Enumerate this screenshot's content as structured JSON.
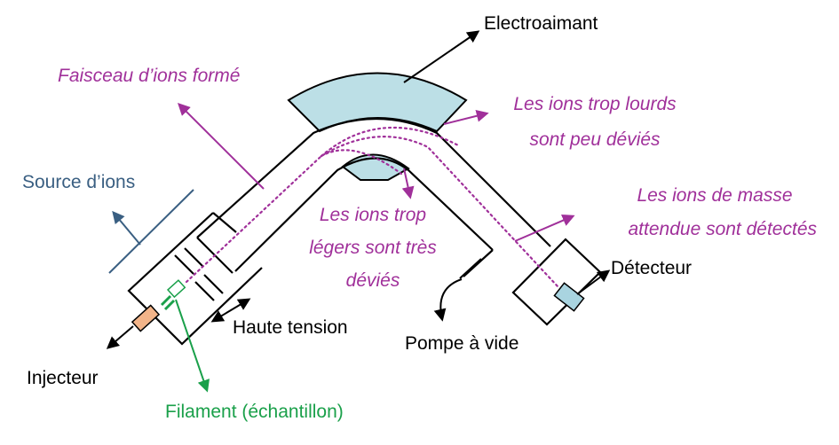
{
  "labels": {
    "electroaimant": "Electroaimant",
    "faisceau": "Faisceau d’ions formé",
    "lourds_1": "Les ions trop lourds",
    "lourds_2": "sont peu déviés",
    "source": "Source d’ions",
    "legers_1": "Les ions trop",
    "legers_2": "légers sont très",
    "legers_3": "déviés",
    "masse_1": "Les ions de masse",
    "masse_2": "attendue sont détectés",
    "detecteur": "Détecteur",
    "haute_tension": "Haute tension",
    "pompe": "Pompe à vide",
    "injecteur": "Injecteur",
    "filament": "Filament (échantillon)"
  },
  "colors": {
    "outline": "#000000",
    "magnet_fill": "#bcdfe6",
    "beam": "#a0309a",
    "source_label": "#3a5f82",
    "filament": "#1aa04a",
    "injector_fill": "#f2b489",
    "detector_fill": "#a9d4e0"
  }
}
